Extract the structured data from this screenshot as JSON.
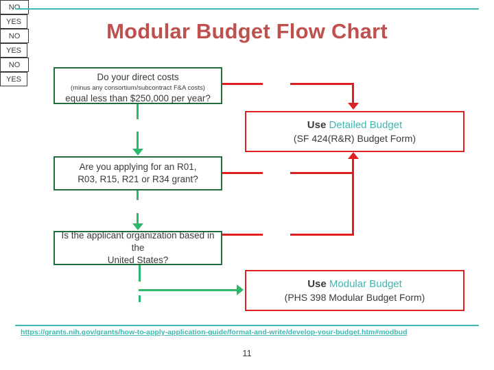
{
  "slide": {
    "title": "Modular Budget Flow Chart",
    "page_number": "11",
    "link_text": "https://grants.nih.gov/grants/how-to-apply-application-guide/format-and-write/develop-your-budget.htm#modbud",
    "accent_teal": "#3fb8b0",
    "title_color": "#c0504d"
  },
  "flow": {
    "question1": {
      "line1": "Do your direct costs",
      "line2": "(minus any consortium/subcontract F&A costs)",
      "line3": "equal less than $250,000 per year?"
    },
    "question2": {
      "line1": "Are you applying for an R01,",
      "line2": "R03, R15, R21 or R34 grant?"
    },
    "question3": {
      "line1": "Is the applicant organization based in the",
      "line2": "United States?"
    },
    "result_detailed": {
      "line1_bold": "Use",
      "line1_accent": "Detailed Budget",
      "line2": "(SF 424(R&R) Budget Form)"
    },
    "result_modular": {
      "line1_bold": "Use",
      "line1_accent": "Modular Budget",
      "line2": "(PHS 398 Modular Budget Form)"
    },
    "labels": {
      "no1": "NO",
      "no2": "NO",
      "no3": "NO",
      "yes1": "YES",
      "yes2": "YES",
      "yes3": "YES"
    }
  }
}
